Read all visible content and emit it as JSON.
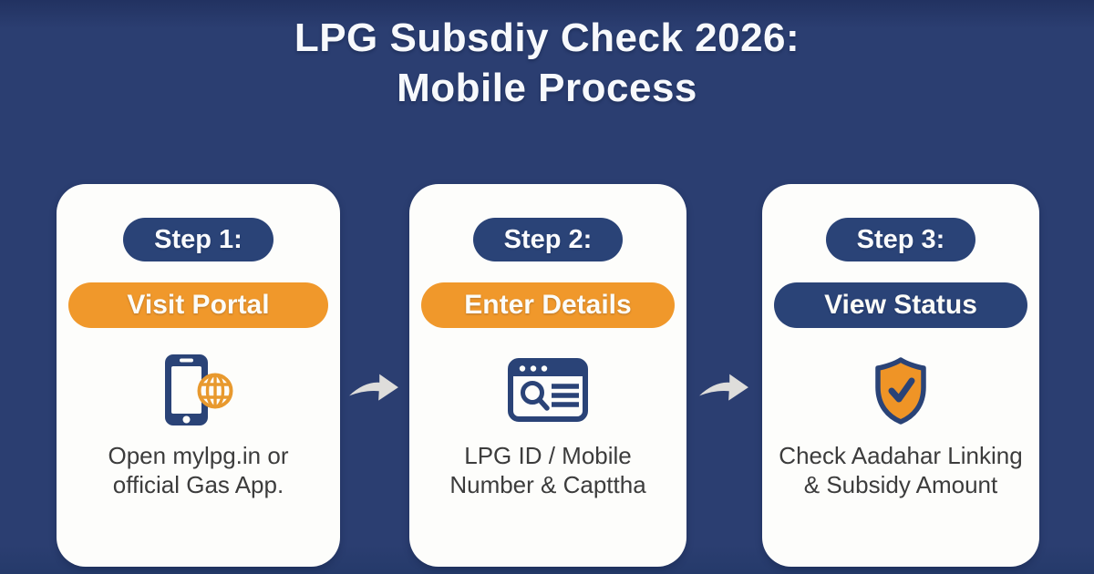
{
  "title": {
    "line1": "LPG Subsdiy Check 2026:",
    "line2": "Mobile Process"
  },
  "cards": [
    {
      "step_label": "Step 1:",
      "action_label": "Visit Portal",
      "accent": "orange",
      "icon": "phone-globe-icon",
      "description": "Open mylpg.in or\nofficial Gas App."
    },
    {
      "step_label": "Step 2:",
      "action_label": "Enter Details",
      "accent": "orange",
      "icon": "browser-search-icon",
      "description": "LPG ID / Mobile\nNumber & Capttha"
    },
    {
      "step_label": "Step 3:",
      "action_label": "View Status",
      "accent": "navy",
      "icon": "shield-check-icon",
      "description": "Check Aadahar Linking\n& Subsidy Amount"
    }
  ],
  "arrows": [
    "right-arrow-icon",
    "right-arrow-icon"
  ],
  "colors": {
    "background_navy": "#2b3e71",
    "pill_navy": "#2a4377",
    "accent_orange": "#f0982b",
    "card_white": "#fdfdfb",
    "body_text": "#3c3c3c",
    "arrow_gray": "#dedddb"
  }
}
